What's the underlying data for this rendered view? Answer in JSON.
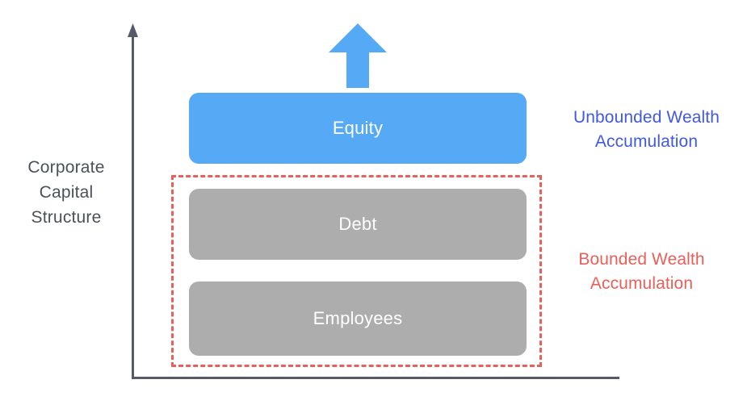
{
  "figure": {
    "background_color": "#ffffff",
    "axis_color": "#555b66",
    "y_axis_caption_lines": [
      "Corporate",
      "Capital",
      "Structure"
    ]
  },
  "chart_data": {
    "type": "bar",
    "title": "",
    "xlabel": "",
    "ylabel": "Corporate Capital Structure",
    "orientation": "stacked-vertical",
    "categories": [
      "Employees",
      "Debt",
      "Equity"
    ],
    "series": [
      {
        "name": "Corporate Capital Structure",
        "items": [
          {
            "label": "Employees",
            "order": 1,
            "color": "#adadad",
            "text_color": "#ffffff",
            "wealth": "bounded"
          },
          {
            "label": "Debt",
            "order": 2,
            "color": "#adadad",
            "text_color": "#ffffff",
            "wealth": "bounded"
          },
          {
            "label": "Equity",
            "order": 3,
            "color": "#56a9f5",
            "text_color": "#ffffff",
            "wealth": "unbounded"
          }
        ]
      }
    ],
    "annotations": [
      {
        "name": "unbounded-wealth-accumulation",
        "lines": [
          "Unbounded Wealth",
          "Accumulation"
        ],
        "color": "#4059e0",
        "targets": [
          "Equity"
        ]
      },
      {
        "name": "bounded-wealth-accumulation",
        "lines": [
          "Bounded Wealth",
          "Accumulation"
        ],
        "color": "#e8605a",
        "targets": [
          "Debt",
          "Employees"
        ]
      }
    ],
    "markers": [
      {
        "name": "growth-arrow",
        "shape": "up-arrow",
        "color": "#56a9f5",
        "meaning": "unbounded upside above equity"
      },
      {
        "name": "bounded-dashed-box",
        "shape": "dashed-rectangle",
        "color": "#e8605a",
        "encloses": [
          "Debt",
          "Employees"
        ]
      }
    ],
    "grid": false,
    "legend": "none"
  },
  "bars": {
    "equity": {
      "label": "Equity"
    },
    "debt": {
      "label": "Debt"
    },
    "employees": {
      "label": "Employees"
    }
  },
  "notes": {
    "unbounded": {
      "line1": "Unbounded Wealth",
      "line2": "Accumulation"
    },
    "bounded": {
      "line1": "Bounded Wealth",
      "line2": "Accumulation"
    }
  },
  "y_axis": {
    "line1": "Corporate",
    "line2": "Capital",
    "line3": "Structure"
  }
}
